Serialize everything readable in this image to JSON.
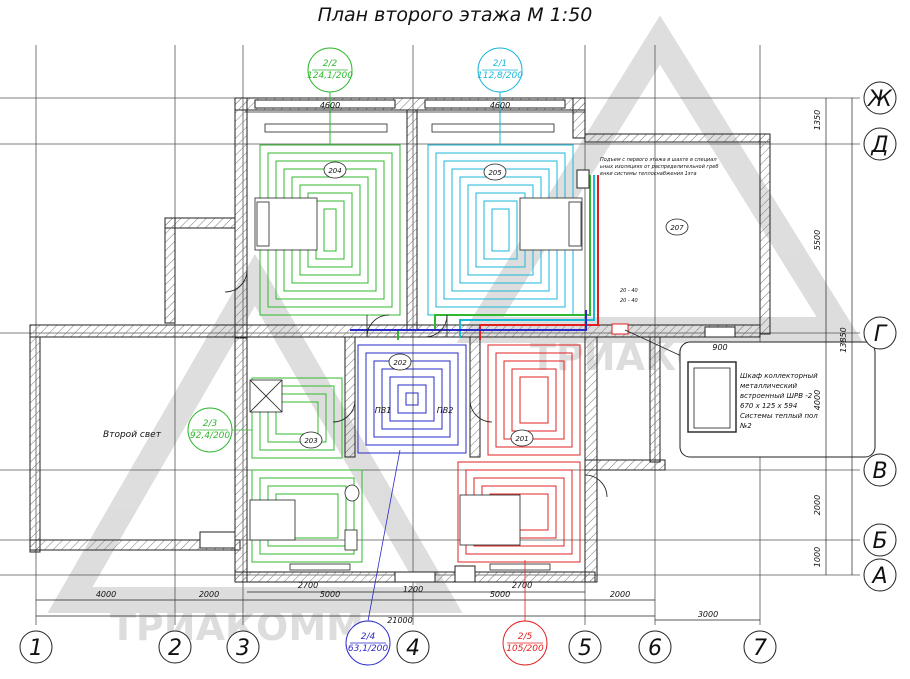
{
  "title": "План второго этажа М 1:50",
  "axes_columns": [
    "1",
    "2",
    "3",
    "4",
    "5",
    "6",
    "7"
  ],
  "axes_rows": [
    "Ж",
    "Д",
    "Г",
    "В",
    "Б",
    "А"
  ],
  "rooms": [
    "204",
    "205",
    "207",
    "202",
    "203",
    "201"
  ],
  "room_labels": {
    "second_light": "Второй свет",
    "pv1": "ПВ1",
    "pv2": "ПВ2"
  },
  "loops": [
    {
      "id": "2/2",
      "spec": "124,1/200",
      "color": "#2fb82f"
    },
    {
      "id": "2/1",
      "spec": "112,8/200",
      "color": "#19b7d8"
    },
    {
      "id": "2/3",
      "spec": "92,4/200",
      "color": "#2fb82f"
    },
    {
      "id": "2/4",
      "spec": "63,1/200",
      "color": "#2a2ac8"
    },
    {
      "id": "2/5",
      "spec": "105/200",
      "color": "#e02020"
    }
  ],
  "dims_top": [
    "4600",
    "4600"
  ],
  "dims_bottom_inner": [
    "2700",
    "5000",
    "1200",
    "5000",
    "2700"
  ],
  "dims_bottom_outer": [
    "4000",
    "2000",
    "2000",
    "3000"
  ],
  "dim_total": "21000",
  "dims_right": [
    "1350",
    "5500",
    "13850",
    "4000",
    "2000",
    "1000"
  ],
  "dim_900": "900",
  "riser_note": "Подъем с первого этажа в шахте в специальных изоляциях от распределительной гребенки системы теплоснабжения 1эта",
  "pipe_marks": [
    "20 - 40",
    "20 - 40"
  ],
  "cabinet_note": [
    "Шкаф коллекторный",
    "металлический",
    "встроенный ШРВ -2",
    "670 х 125 х 594",
    "Системы теплый пол",
    "№2"
  ],
  "watermark": "ТРИАКОММ",
  "colors": {
    "green": "#2fb82f",
    "cyan": "#19b7d8",
    "blue": "#2a2ac8",
    "red": "#e02020",
    "line": "#222222",
    "grid": "#555555",
    "hatch": "#777777"
  }
}
